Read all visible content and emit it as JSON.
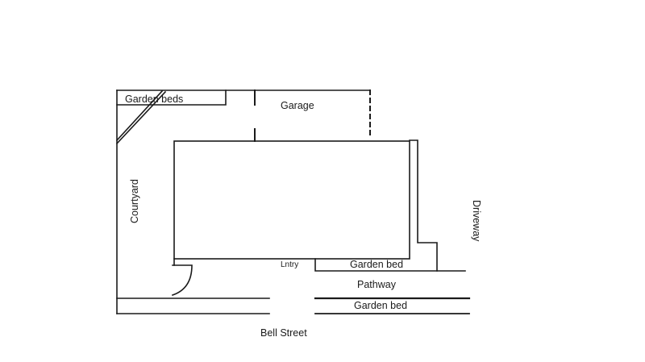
{
  "diagram": {
    "labels": {
      "garden_beds": "Garden beds",
      "garage": "Garage",
      "courtyard": "Courtyard",
      "driveway": "Driveway",
      "entry": "Lntry",
      "garden_bed_upper": "Garden bed",
      "pathway": "Pathway",
      "garden_bed_lower": "Garden bed",
      "bell_street": "Bell Street"
    },
    "line_color": "#1a1a1a"
  }
}
